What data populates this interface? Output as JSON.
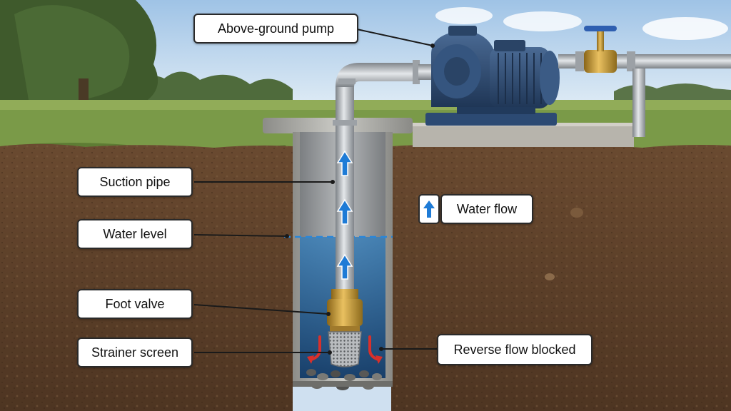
{
  "labels": {
    "pump": "Above-ground pump",
    "suction_pipe": "Suction pipe",
    "water_level": "Water level",
    "foot_valve": "Foot valve",
    "strainer_screen": "Strainer screen",
    "water_flow": "Water flow",
    "reverse_flow": "Reverse flow blocked"
  },
  "icons": {
    "flow_up": "arrow-up-icon",
    "reverse": "curved-arrow-icon"
  },
  "colors": {
    "flow_arrow": "#1e7bd6",
    "reverse_arrow": "#d8302b",
    "water_level_line": "#2a86d8",
    "pump_body": "#2c4a73"
  }
}
